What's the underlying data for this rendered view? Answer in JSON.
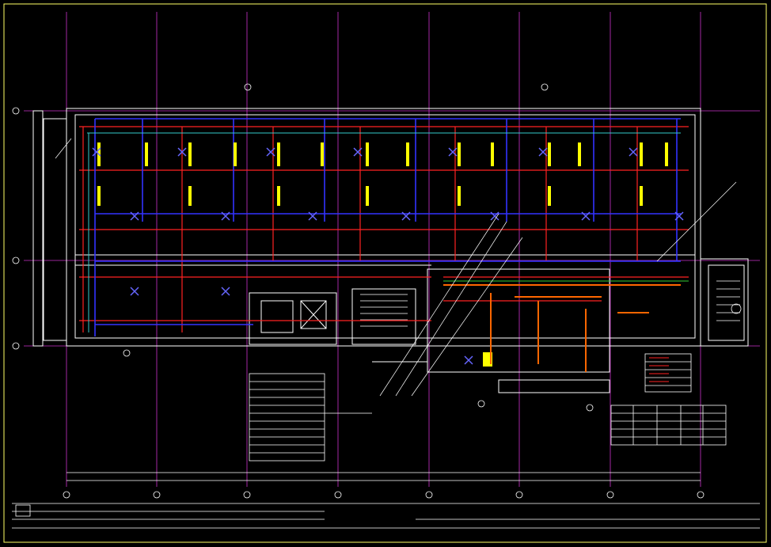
{
  "drawing": {
    "type": "HVAC floor plan (CAD, dark model space)",
    "colors": {
      "background": "#000000",
      "border": "#ffff66",
      "grid_axis": "#cc33cc",
      "walls": "#ffffff",
      "supply_duct": "#ff2222",
      "return_duct": "#3333ff",
      "equipment": "#ffff00",
      "piping": "#ff6600",
      "cyan_line": "#33cccc",
      "green_line": "#33cc33"
    },
    "grid": {
      "columns": [
        "",
        "",
        "",
        "",
        "",
        "",
        "",
        ""
      ],
      "rows": [
        "",
        "",
        ""
      ]
    },
    "legend_tables": {
      "left_rows": 12,
      "right_rows": 5
    },
    "icons": [
      "north-arrow-icon",
      "diffuser-icon",
      "stair-icon",
      "fan-icon"
    ]
  }
}
